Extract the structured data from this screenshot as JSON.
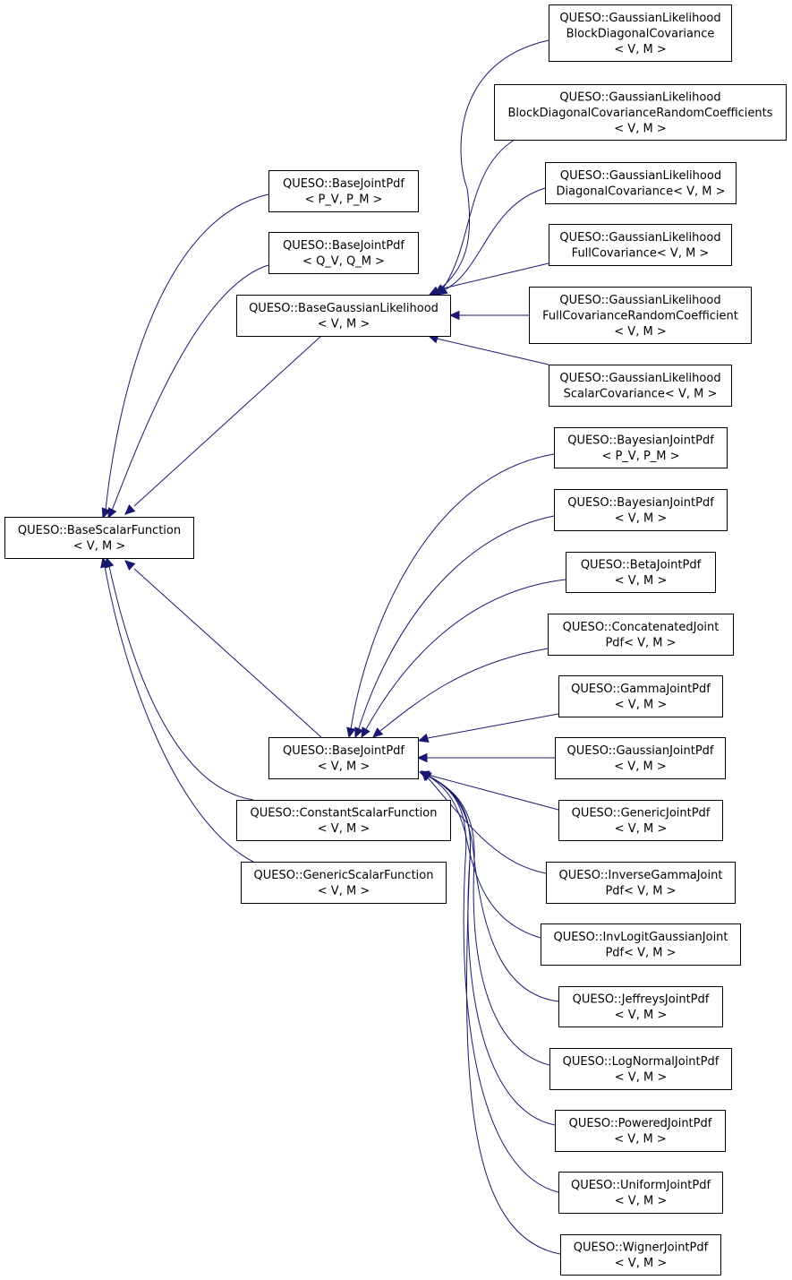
{
  "diagram": {
    "type": "inheritance-graph",
    "nodes": [
      {
        "id": "basescalar",
        "lines": [
          "QUESO::BaseScalarFunction",
          "< V, M >"
        ]
      },
      {
        "id": "bj_pv",
        "lines": [
          "QUESO::BaseJointPdf",
          "< P_V, P_M >"
        ]
      },
      {
        "id": "bj_qv",
        "lines": [
          "QUESO::BaseJointPdf",
          "< Q_V, Q_M >"
        ]
      },
      {
        "id": "bgl",
        "lines": [
          "QUESO::BaseGaussianLikelihood",
          "< V, M >"
        ]
      },
      {
        "id": "bj",
        "lines": [
          "QUESO::BaseJointPdf",
          "< V, M >"
        ]
      },
      {
        "id": "csf",
        "lines": [
          "QUESO::ConstantScalarFunction",
          "< V, M >"
        ]
      },
      {
        "id": "gsf",
        "lines": [
          "QUESO::GenericScalarFunction",
          "< V, M >"
        ]
      },
      {
        "id": "glbd",
        "lines": [
          "QUESO::GaussianLikelihood",
          "BlockDiagonalCovariance",
          "< V, M >"
        ]
      },
      {
        "id": "glbdrc",
        "lines": [
          "QUESO::GaussianLikelihood",
          "BlockDiagonalCovarianceRandomCoefficients",
          "< V, M >"
        ]
      },
      {
        "id": "gld",
        "lines": [
          "QUESO::GaussianLikelihood",
          "DiagonalCovariance< V, M >"
        ]
      },
      {
        "id": "glf",
        "lines": [
          "QUESO::GaussianLikelihood",
          "FullCovariance< V, M >"
        ]
      },
      {
        "id": "glfrc",
        "lines": [
          "QUESO::GaussianLikelihood",
          "FullCovarianceRandomCoefficient",
          "< V, M >"
        ]
      },
      {
        "id": "gls",
        "lines": [
          "QUESO::GaussianLikelihood",
          "ScalarCovariance< V, M >"
        ]
      },
      {
        "id": "bayes_pv",
        "lines": [
          "QUESO::BayesianJointPdf",
          "< P_V, P_M >"
        ]
      },
      {
        "id": "bayes",
        "lines": [
          "QUESO::BayesianJointPdf",
          "< V, M >"
        ]
      },
      {
        "id": "beta",
        "lines": [
          "QUESO::BetaJointPdf",
          "< V, M >"
        ]
      },
      {
        "id": "concat",
        "lines": [
          "QUESO::ConcatenatedJoint",
          "Pdf< V, M >"
        ]
      },
      {
        "id": "gamma",
        "lines": [
          "QUESO::GammaJointPdf",
          "< V, M >"
        ]
      },
      {
        "id": "gauss",
        "lines": [
          "QUESO::GaussianJointPdf",
          "< V, M >"
        ]
      },
      {
        "id": "generic",
        "lines": [
          "QUESO::GenericJointPdf",
          "< V, M >"
        ]
      },
      {
        "id": "invgamma",
        "lines": [
          "QUESO::InverseGammaJoint",
          "Pdf< V, M >"
        ]
      },
      {
        "id": "invlogit",
        "lines": [
          "QUESO::InvLogitGaussianJoint",
          "Pdf< V, M >"
        ]
      },
      {
        "id": "jeffreys",
        "lines": [
          "QUESO::JeffreysJointPdf",
          "< V, M >"
        ]
      },
      {
        "id": "lognormal",
        "lines": [
          "QUESO::LogNormalJointPdf",
          "< V, M >"
        ]
      },
      {
        "id": "powered",
        "lines": [
          "QUESO::PoweredJointPdf",
          "< V, M >"
        ]
      },
      {
        "id": "uniform",
        "lines": [
          "QUESO::UniformJointPdf",
          "< V, M >"
        ]
      },
      {
        "id": "wigner",
        "lines": [
          "QUESO::WignerJointPdf",
          "< V, M >"
        ]
      }
    ],
    "edges": [
      {
        "from": "bj_pv",
        "to": "basescalar"
      },
      {
        "from": "bj_qv",
        "to": "basescalar"
      },
      {
        "from": "bgl",
        "to": "basescalar"
      },
      {
        "from": "bj",
        "to": "basescalar"
      },
      {
        "from": "csf",
        "to": "basescalar"
      },
      {
        "from": "gsf",
        "to": "basescalar"
      },
      {
        "from": "glbd",
        "to": "bgl"
      },
      {
        "from": "glbdrc",
        "to": "bgl"
      },
      {
        "from": "gld",
        "to": "bgl"
      },
      {
        "from": "glf",
        "to": "bgl"
      },
      {
        "from": "glfrc",
        "to": "bgl"
      },
      {
        "from": "gls",
        "to": "bgl"
      },
      {
        "from": "bayes_pv",
        "to": "bj"
      },
      {
        "from": "bayes",
        "to": "bj"
      },
      {
        "from": "beta",
        "to": "bj"
      },
      {
        "from": "concat",
        "to": "bj"
      },
      {
        "from": "gamma",
        "to": "bj"
      },
      {
        "from": "gauss",
        "to": "bj"
      },
      {
        "from": "generic",
        "to": "bj"
      },
      {
        "from": "invgamma",
        "to": "bj"
      },
      {
        "from": "invlogit",
        "to": "bj"
      },
      {
        "from": "jeffreys",
        "to": "bj"
      },
      {
        "from": "lognormal",
        "to": "bj"
      },
      {
        "from": "powered",
        "to": "bj"
      },
      {
        "from": "uniform",
        "to": "bj"
      },
      {
        "from": "wigner",
        "to": "bj"
      }
    ]
  }
}
